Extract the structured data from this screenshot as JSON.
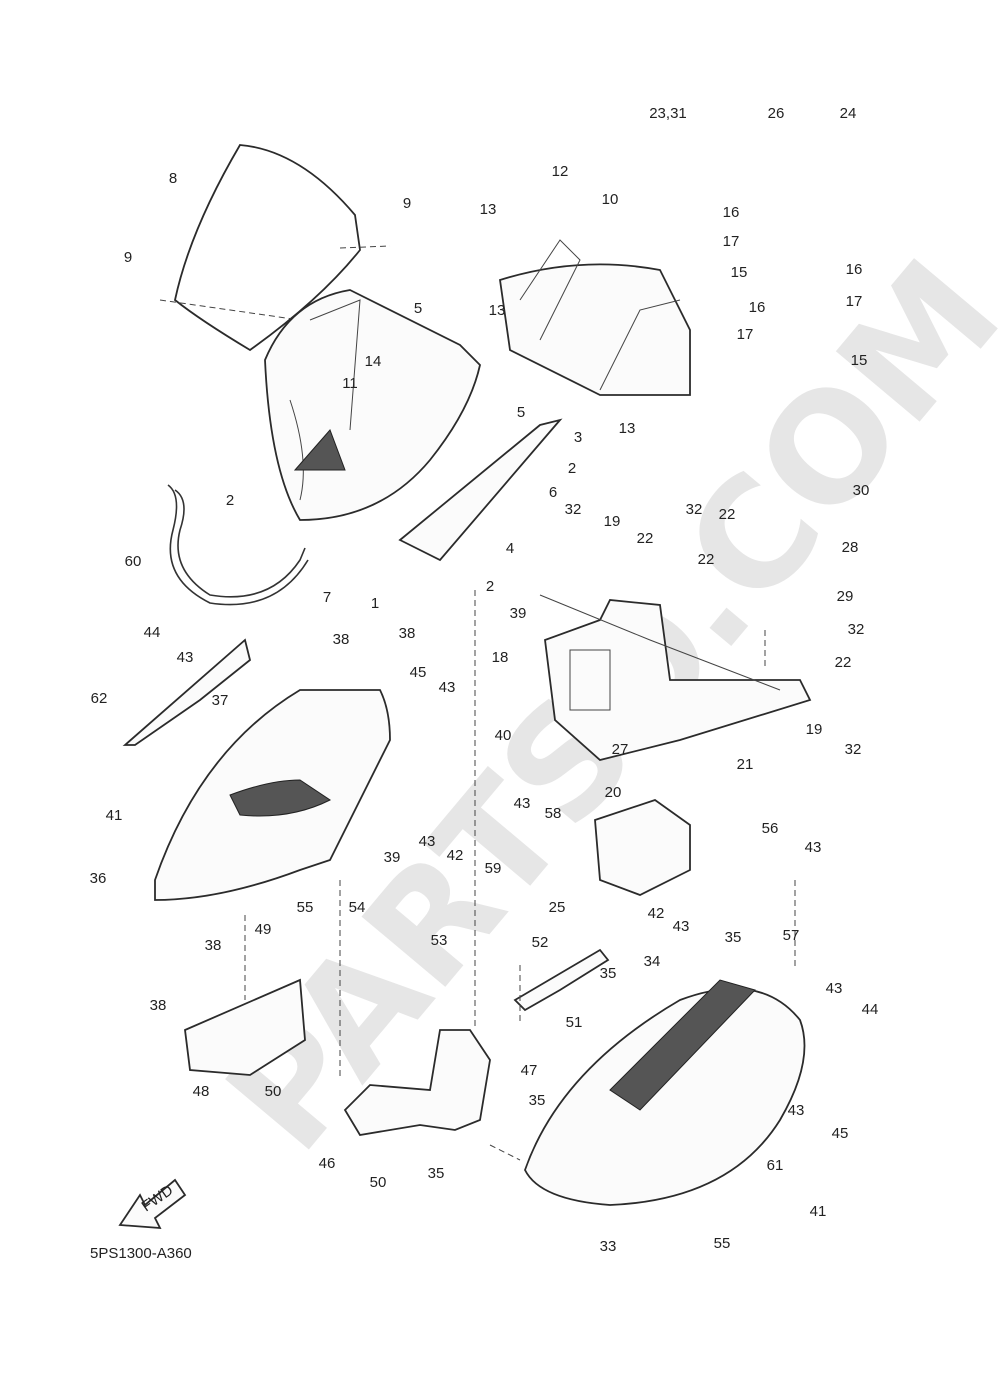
{
  "diagram": {
    "code": "5PS1300-A360",
    "fwd_label": "FWD",
    "watermark": "PARTSO.COM",
    "callouts": [
      "23,31",
      "26",
      "24",
      "12",
      "10",
      "16",
      "17",
      "15",
      "13",
      "8",
      "9",
      "9",
      "5",
      "14",
      "11",
      "16",
      "17",
      "15",
      "16",
      "17",
      "13",
      "5",
      "13",
      "3",
      "2",
      "2",
      "60",
      "7",
      "1",
      "6",
      "2",
      "4",
      "32",
      "19",
      "32",
      "22",
      "22",
      "28",
      "30",
      "22",
      "29",
      "39",
      "32",
      "18",
      "22",
      "44",
      "43",
      "38",
      "38",
      "45",
      "43",
      "62",
      "37",
      "40",
      "27",
      "19",
      "32",
      "21",
      "41",
      "43",
      "39",
      "43",
      "42",
      "58",
      "59",
      "20",
      "56",
      "43",
      "36",
      "54",
      "55",
      "53",
      "25",
      "38",
      "49",
      "52",
      "42",
      "43",
      "35",
      "34",
      "35",
      "51",
      "57",
      "38",
      "48",
      "50",
      "47",
      "35",
      "43",
      "44",
      "43",
      "45",
      "46",
      "50",
      "35",
      "61",
      "33",
      "55",
      "41"
    ]
  }
}
